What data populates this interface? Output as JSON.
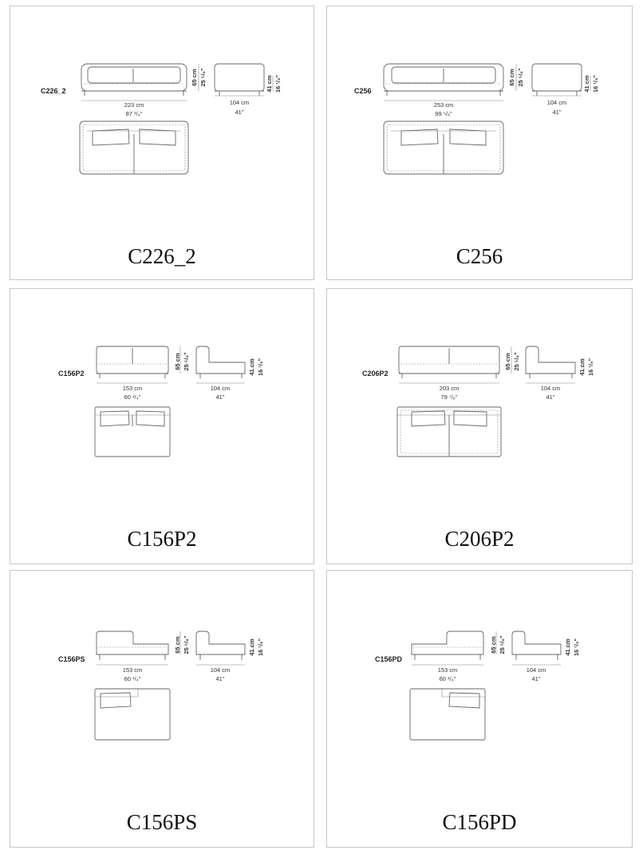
{
  "cards": [
    {
      "id": "c226_2",
      "code": "C226_2",
      "title": "C226_2",
      "width_cm": "223 cm",
      "width_in": "87 ³/₄\"",
      "height_cm": "65 cm",
      "height_in": "25 ⁵/₈\"",
      "depth_cm": "104 cm",
      "depth_in": "41\"",
      "seat_cm": "41 cm",
      "seat_in": "16 ¹/₈\""
    },
    {
      "id": "c256",
      "code": "C256",
      "title": "C256",
      "width_cm": "253 cm",
      "width_in": "99 ⁵/₈\"",
      "height_cm": "65 cm",
      "height_in": "25 ⁵/₈\"",
      "depth_cm": "104 cm",
      "depth_in": "41\"",
      "seat_cm": "41 cm",
      "seat_in": "16 ¹/₈\""
    },
    {
      "id": "c156p2",
      "code": "C156P2",
      "title": "C156P2",
      "width_cm": "153 cm",
      "width_in": "60 ¹/₄\"",
      "height_cm": "65 cm",
      "height_in": "25 ⁵/₈\"",
      "depth_cm": "104 cm",
      "depth_in": "41\"",
      "seat_cm": "41 cm",
      "seat_in": "16 ¹/₈\""
    },
    {
      "id": "c206p2",
      "code": "C206P2",
      "title": "C206P2",
      "width_cm": "203 cm",
      "width_in": "79 ⁷/₈\"",
      "height_cm": "65 cm",
      "height_in": "25 ⁵/₈\"",
      "depth_cm": "104 cm",
      "depth_in": "41\"",
      "seat_cm": "41 cm",
      "seat_in": "16 ¹/₈\""
    },
    {
      "id": "c156ps",
      "code": "C156PS",
      "title": "C156PS",
      "width_cm": "153 cm",
      "width_in": "60 ¹/₄\"",
      "height_cm": "65 cm",
      "height_in": "25 ⁵/₈\"",
      "depth_cm": "104 cm",
      "depth_in": "41\"",
      "seat_cm": "41 cm",
      "seat_in": "16 ¹/₈\""
    },
    {
      "id": "c156pd",
      "code": "C156PD",
      "title": "C156PD",
      "width_cm": "153 cm",
      "width_in": "60 ¹/₄\"",
      "height_cm": "65 cm",
      "height_in": "25 ⁵/₈\"",
      "depth_cm": "104 cm",
      "depth_in": "41\"",
      "seat_cm": "41 cm",
      "seat_in": "16 ¹/₈\""
    }
  ]
}
